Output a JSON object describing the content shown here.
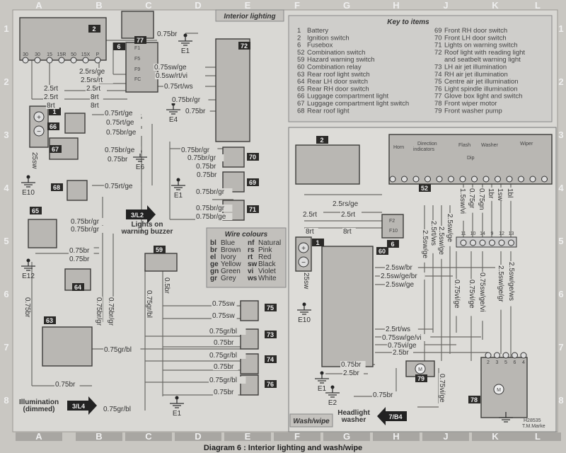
{
  "caption": "Diagram 6 : Interior lighting and wash/wipe",
  "sections": {
    "interior": "Interior lighting",
    "washwipe": "Wash/wipe"
  },
  "grid_columns": [
    "A",
    "B",
    "C",
    "D",
    "E",
    "F",
    "G",
    "H",
    "J",
    "K",
    "L"
  ],
  "grid_rows": [
    "1",
    "2",
    "3",
    "4",
    "5",
    "6",
    "7",
    "8"
  ],
  "key": {
    "title": "Key to items",
    "items": [
      {
        "no": "1",
        "name": "Battery"
      },
      {
        "no": "2",
        "name": "Ignition switch"
      },
      {
        "no": "6",
        "name": "Fusebox"
      },
      {
        "no": "52",
        "name": "Combination switch"
      },
      {
        "no": "59",
        "name": "Hazard warning switch"
      },
      {
        "no": "60",
        "name": "Combination relay"
      },
      {
        "no": "63",
        "name": "Rear roof light switch"
      },
      {
        "no": "64",
        "name": "Rear LH door switch"
      },
      {
        "no": "65",
        "name": "Rear RH door switch"
      },
      {
        "no": "66",
        "name": "Luggage compartment light"
      },
      {
        "no": "67",
        "name": "Luggage compartment light switch"
      },
      {
        "no": "68",
        "name": "Rear roof light"
      },
      {
        "no": "69",
        "name": "Front RH door switch"
      },
      {
        "no": "70",
        "name": "Front LH door switch"
      },
      {
        "no": "71",
        "name": "Lights on warning switch"
      },
      {
        "no": "72",
        "name": "Roof light with reading light"
      },
      {
        "no": "",
        "name": "and seatbelt warning light"
      },
      {
        "no": "73",
        "name": "LH air jet illumination"
      },
      {
        "no": "74",
        "name": "RH air jet illumination"
      },
      {
        "no": "75",
        "name": "Centre air jet illumination"
      },
      {
        "no": "76",
        "name": "Light spindle illumination"
      },
      {
        "no": "77",
        "name": "Glove box light and switch"
      },
      {
        "no": "78",
        "name": "Front wiper motor"
      },
      {
        "no": "79",
        "name": "Front washer pump"
      }
    ]
  },
  "wire_colours": {
    "title": "Wire colours",
    "items": [
      {
        "code": "bl",
        "name": "Blue"
      },
      {
        "code": "br",
        "name": "Brown"
      },
      {
        "code": "el",
        "name": "Ivory"
      },
      {
        "code": "ge",
        "name": "Yellow"
      },
      {
        "code": "gn",
        "name": "Green"
      },
      {
        "code": "gr",
        "name": "Grey"
      },
      {
        "code": "nf",
        "name": "Natural"
      },
      {
        "code": "rs",
        "name": "Pink"
      },
      {
        "code": "rt",
        "name": "Red"
      },
      {
        "code": "sw",
        "name": "Black"
      },
      {
        "code": "vi",
        "name": "Violet"
      },
      {
        "code": "ws",
        "name": "White"
      }
    ]
  },
  "components": [
    "2",
    "6",
    "77",
    "72",
    "1",
    "66",
    "67",
    "68",
    "65",
    "64",
    "63",
    "59",
    "70",
    "69",
    "71",
    "75",
    "73",
    "74",
    "76",
    "2",
    "52",
    "6",
    "1",
    "60",
    "79",
    "78"
  ],
  "fuses": [
    "F1",
    "F5",
    "F9",
    "FC",
    "F2",
    "F10"
  ],
  "switch52_labels": [
    "Horn",
    "Direction",
    "indicators",
    "Flash",
    "Washer",
    "Wiper",
    "Dip"
  ],
  "connector_pins": [
    "11",
    "10",
    "14",
    "9",
    "12",
    "13"
  ],
  "motor_pins": [
    "2",
    "3",
    "5",
    "6",
    "4"
  ],
  "ign_terms": [
    "30",
    "30",
    "15",
    "15R",
    "50",
    "15X",
    "P"
  ],
  "grounds": [
    "E1",
    "E4",
    "E6",
    "E10",
    "E1",
    "E12",
    "E1",
    "E10",
    "E1",
    "E2"
  ],
  "connectors": [
    {
      "ref": "3/L2",
      "text1": "Lights on",
      "text2": "warning buzzer"
    },
    {
      "ref": "3/L4",
      "text1": "Illumination",
      "text2": "(dimmed)"
    },
    {
      "ref": "7/B4",
      "text1": "Headlight",
      "text2": "washer"
    }
  ],
  "credit": [
    "H28535",
    "T.M.Marke"
  ],
  "wires": [
    "0.75br",
    "0.75sw/ge",
    "0.5sw/rt/vi",
    "0.75rt/ws",
    "0.75br/gr",
    "0.75br",
    "2.5rs/ge",
    "2.5rs/rt",
    "2.5rt",
    "2.5rt",
    "2.5rt",
    "8rt",
    "8rt",
    "8rt",
    "0.75rt/ge",
    "0.75rt/ge",
    "0.75br/ge",
    "0.75br/ge",
    "0.75br",
    "0.75rt/ge",
    "0.75br/gr",
    "0.75br/gr",
    "0.75br",
    "0.75br",
    "0.75br",
    "0.75br/gr",
    "0.75br/gr",
    "0.75gr/bl",
    "0.75br",
    "0.75gr/bl",
    "0.75gr/bl",
    "0.5br",
    "0.75sw",
    "0.75sw",
    "0.75gr/bl",
    "0.75br",
    "0.75gr/bl",
    "0.75br",
    "0.75gr/bl",
    "0.75br",
    "0.75br/gr",
    "0.75br/gr",
    "0.75br",
    "0.75br",
    "0.75br/gr",
    "0.75br/gr",
    "0.75br/ge",
    "25sw",
    "2.5rs/ge",
    "2.5rt",
    "2.5rt",
    "8rt",
    "8rt",
    "1.5sw/vi",
    "0.75gr",
    "0.75gn",
    "1br",
    "1sw",
    "1bl",
    "2.5sw/ge",
    "2.5rt/ws",
    "2.5sw/ge",
    "2.5sw/ge",
    "2.5sw/br",
    "2.5sw/ge/br",
    "2.5sw/ge",
    "0.75vi/ge",
    "0.75vi/ge",
    "0.75sw/ge/vi",
    "2.5sw/ge/gr",
    "2.5sw/ge/ws",
    "2.5rt/ws",
    "0.75sw/ge/vi",
    "0.75vi/ge",
    "2.5br",
    "0.75br",
    "2.5br",
    "0.75br",
    "0.75vi/ge",
    "25sw"
  ]
}
